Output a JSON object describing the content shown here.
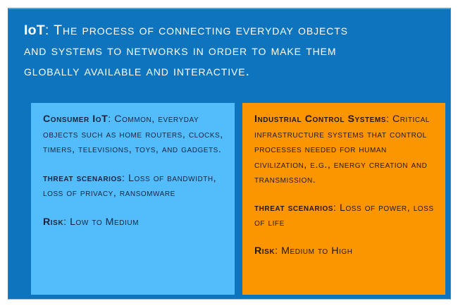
{
  "slide": {
    "background_color": "#0e74bd",
    "header": {
      "lead_term": "IoT",
      "lines": [
        {
          "lead": "IoT",
          "separator": ": ",
          "text": "The process of connecting everyday objects"
        },
        {
          "lead": "",
          "separator": "",
          "text": "and systems to networks in order to make them"
        },
        {
          "lead": "",
          "separator": "",
          "text": "globally available and interactive."
        }
      ]
    },
    "panels": [
      {
        "id": "consumer",
        "background_color": "#52bdfa",
        "text_color": "#17243f",
        "blocks": [
          {
            "term": "Consumer IoT",
            "separator": ": ",
            "body": "Common, everyday objects such as home routers, clocks, timers, televisions, toys, and gadgets."
          },
          {
            "term": "threat scenarios",
            "separator": ": ",
            "body": "Loss of bandwidth, loss of privacy, ransomware"
          },
          {
            "term": "Risk",
            "separator": ": ",
            "body": "Low to Medium"
          }
        ]
      },
      {
        "id": "ics",
        "background_color": "#fb9500",
        "text_color": "#24180a",
        "blocks": [
          {
            "term": "Industrial Control Systems",
            "separator": ": ",
            "body": "Critical infrastructure systems that control processes needed for human civilization, e.g., energy creation and transmission."
          },
          {
            "term": "threat scenarios",
            "separator": ": ",
            "body": "Loss of power, loss of life"
          },
          {
            "term": "Risk",
            "separator": ": ",
            "body": "Medium to High"
          }
        ]
      }
    ]
  }
}
